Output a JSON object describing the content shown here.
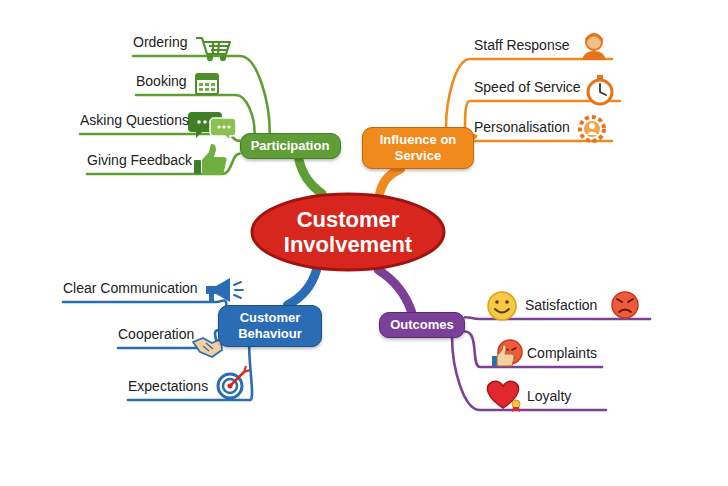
{
  "diagram": {
    "nodes": [
      {
        "text": [
          "Customer Involvement"
        ]
      },
      {
        "text": [
          "Participation"
        ]
      },
      {
        "text": [
          "Ordering"
        ]
      },
      {
        "text": [
          "Booking"
        ]
      },
      {
        "text": [
          "Asking Questions"
        ]
      },
      {
        "text": [
          "Giving Feedback"
        ]
      },
      {
        "text": [
          "Influence on Service"
        ]
      },
      {
        "text": [
          "Staff Response"
        ]
      },
      {
        "text": [
          "Speed of Service"
        ]
      },
      {
        "text": [
          "Personalisation"
        ]
      },
      {
        "text": [
          "Customer Behaviour"
        ]
      },
      {
        "text": [
          "Clear Communication"
        ]
      },
      {
        "text": [
          "Cooperation"
        ]
      },
      {
        "text": [
          "Expectations"
        ]
      },
      {
        "text": [
          "Outcomes"
        ]
      },
      {
        "text": [
          "Satisfaction"
        ]
      },
      {
        "text": [
          "Complaints"
        ]
      },
      {
        "text": [
          "Loyalty"
        ]
      }
    ],
    "edges": [
      {
        "from": 0,
        "to": 1,
        "arrow": "none"
      },
      {
        "from": 1,
        "to": 2,
        "arrow": "none"
      },
      {
        "from": 1,
        "to": 3,
        "arrow": "none"
      },
      {
        "from": 1,
        "to": 4,
        "arrow": "none"
      },
      {
        "from": 1,
        "to": 5,
        "arrow": "none"
      },
      {
        "from": 0,
        "to": 6,
        "arrow": "none"
      },
      {
        "from": 6,
        "to": 7,
        "arrow": "none"
      },
      {
        "from": 6,
        "to": 8,
        "arrow": "none"
      },
      {
        "from": 6,
        "to": 9,
        "arrow": "none"
      },
      {
        "from": 0,
        "to": 10,
        "arrow": "none"
      },
      {
        "from": 10,
        "to": 11,
        "arrow": "none"
      },
      {
        "from": 10,
        "to": 12,
        "arrow": "none"
      },
      {
        "from": 10,
        "to": 13,
        "arrow": "none"
      },
      {
        "from": 0,
        "to": 14,
        "arrow": "none"
      },
      {
        "from": 14,
        "to": 15,
        "arrow": "none"
      },
      {
        "from": 14,
        "to": 16,
        "arrow": "none"
      },
      {
        "from": 14,
        "to": 17,
        "arrow": "none"
      }
    ]
  }
}
